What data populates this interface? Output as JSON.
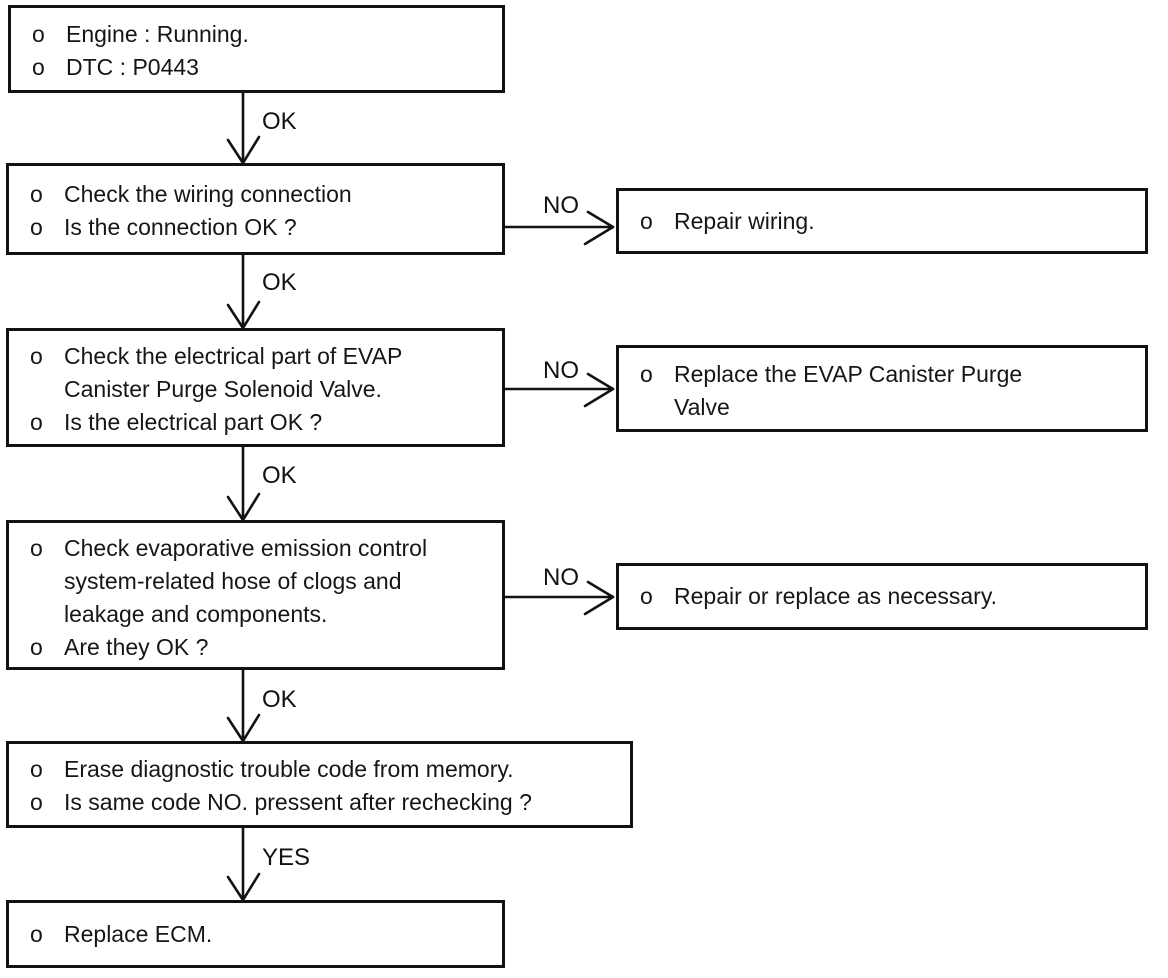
{
  "flowchart": {
    "bullet": "o",
    "steps": [
      {
        "name": "start-conditions",
        "items": [
          {
            "lines": [
              "Engine : Running."
            ]
          },
          {
            "lines": [
              "DTC : P0443"
            ]
          }
        ]
      },
      {
        "name": "check-wiring",
        "items": [
          {
            "lines": [
              "Check the wiring connection"
            ]
          },
          {
            "lines": [
              "Is the connection OK ?"
            ]
          }
        ]
      },
      {
        "name": "check-electrical-part",
        "items": [
          {
            "lines": [
              "Check the electrical part of EVAP",
              "Canister Purge Solenoid Valve."
            ]
          },
          {
            "lines": [
              "Is the electrical part OK ?"
            ]
          }
        ]
      },
      {
        "name": "check-evap-hoses",
        "items": [
          {
            "lines": [
              "Check evaporative emission control",
              "system-related hose of clogs and",
              "leakage and components."
            ]
          },
          {
            "lines": [
              "Are they OK ?"
            ]
          }
        ]
      },
      {
        "name": "erase-dtc",
        "items": [
          {
            "lines": [
              "Erase diagnostic trouble code from memory."
            ]
          },
          {
            "lines": [
              "Is same code NO. pressent after rechecking ?"
            ]
          }
        ]
      },
      {
        "name": "replace-ecm",
        "items": [
          {
            "lines": [
              "Replace ECM."
            ]
          }
        ]
      }
    ],
    "results": [
      {
        "name": "repair-wiring",
        "items": [
          {
            "lines": [
              "Repair wiring."
            ]
          }
        ]
      },
      {
        "name": "replace-purge-valve",
        "items": [
          {
            "lines": [
              "Replace the EVAP Canister Purge",
              "Valve"
            ]
          }
        ]
      },
      {
        "name": "repair-or-replace",
        "items": [
          {
            "lines": [
              "Repair or replace as necessary."
            ]
          }
        ]
      }
    ],
    "connectors": {
      "down": [
        {
          "label": "OK"
        },
        {
          "label": "OK"
        },
        {
          "label": "OK"
        },
        {
          "label": "OK"
        },
        {
          "label": "YES"
        }
      ],
      "right": [
        {
          "label": "NO"
        },
        {
          "label": "NO"
        },
        {
          "label": "NO"
        }
      ]
    },
    "line_color": "#121212"
  }
}
